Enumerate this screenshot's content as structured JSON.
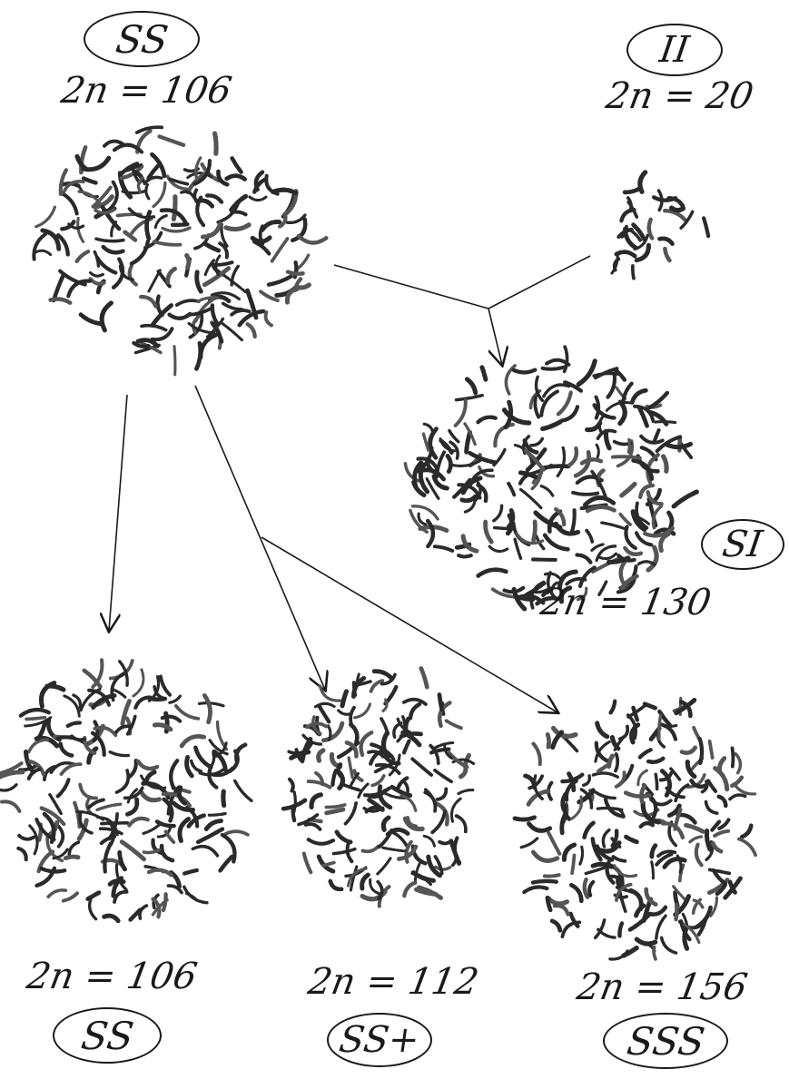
{
  "figure": {
    "parents": {
      "ss": {
        "genome": "SS",
        "count": "2n = 106"
      },
      "ii": {
        "genome": "II",
        "count": "2n = 20"
      }
    },
    "hybrid": {
      "genome": "SI",
      "count": "2n = 130"
    },
    "offspring": [
      {
        "genome": "SS",
        "count": "2n = 106"
      },
      {
        "genome": "SS+",
        "count": "2n = 112"
      },
      {
        "genome": "SSS",
        "count": "2n = 156"
      }
    ]
  }
}
